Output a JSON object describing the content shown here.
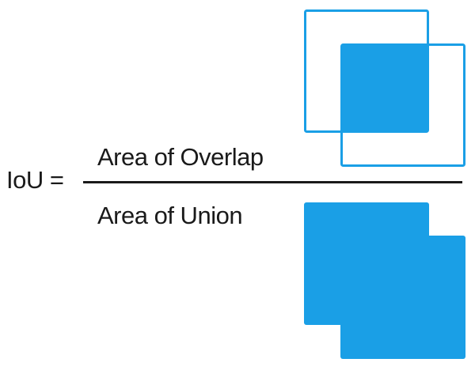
{
  "formula": {
    "lhs": "IoU =",
    "numerator": "Area of Overlap",
    "denominator": "Area of Union"
  },
  "colors": {
    "box": "#1a9fe6",
    "text": "#1a1a1a",
    "background": "#ffffff"
  }
}
